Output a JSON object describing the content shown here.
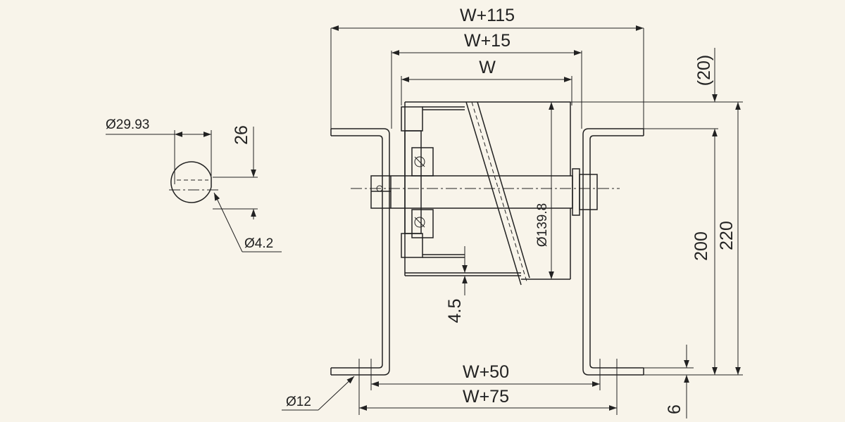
{
  "dimensions": {
    "w_plus_115": "W+115",
    "w_plus_15": "W+15",
    "w": "W",
    "w_plus_50": "W+50",
    "w_plus_75": "W+75",
    "d_20": "(20)",
    "d_200": "200",
    "d_220": "220",
    "d_6": "6",
    "d_4_5": "4.5",
    "dia_139_8": "Ø139.8",
    "dia_29_93": "Ø29.93",
    "d_26": "26",
    "dia_4_2": "Ø4.2",
    "dia_12": "Ø12"
  }
}
